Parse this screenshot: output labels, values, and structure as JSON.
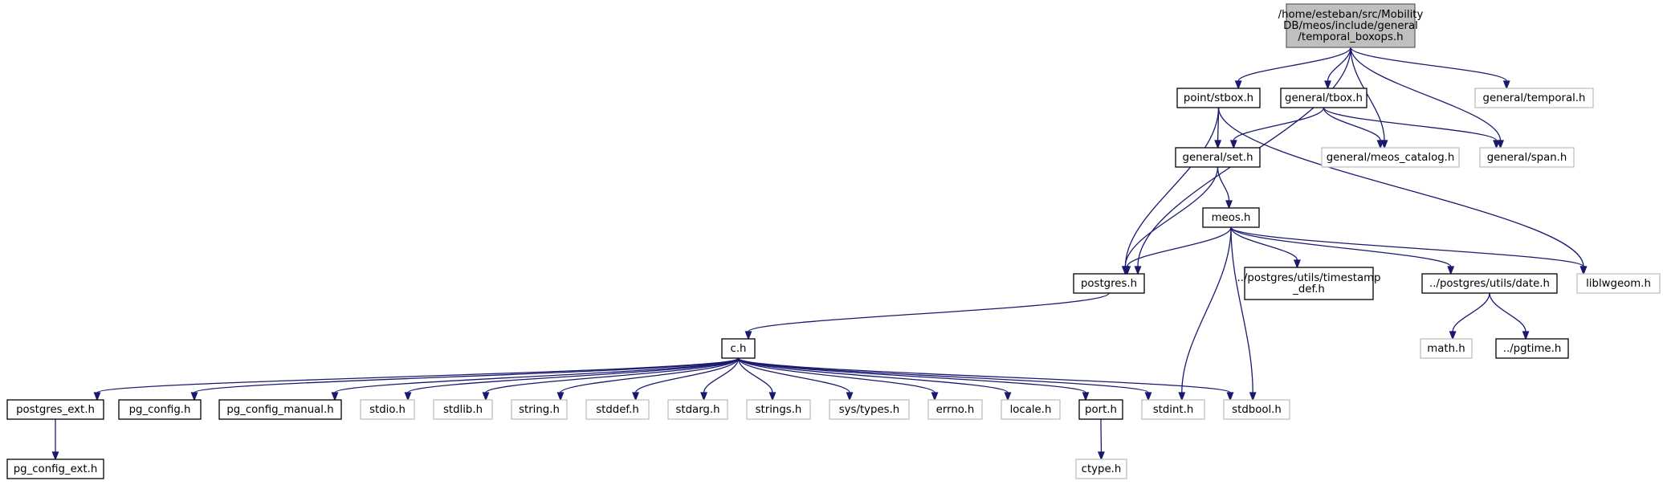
{
  "nodes": [
    {
      "id": "root",
      "lines": [
        "/home/esteban/src/Mobility",
        "DB/meos/include/general",
        "/temporal_boxops.h"
      ],
      "kind": "root"
    },
    {
      "id": "stbox",
      "lines": [
        "point/stbox.h"
      ],
      "kind": "solid"
    },
    {
      "id": "tbox",
      "lines": [
        "general/tbox.h"
      ],
      "kind": "solid"
    },
    {
      "id": "temporal",
      "lines": [
        "general/temporal.h"
      ],
      "kind": "missing"
    },
    {
      "id": "set",
      "lines": [
        "general/set.h"
      ],
      "kind": "solid"
    },
    {
      "id": "catalog",
      "lines": [
        "general/meos_catalog.h"
      ],
      "kind": "missing"
    },
    {
      "id": "span",
      "lines": [
        "general/span.h"
      ],
      "kind": "missing"
    },
    {
      "id": "meos",
      "lines": [
        "meos.h"
      ],
      "kind": "solid"
    },
    {
      "id": "postgres",
      "lines": [
        "postgres.h"
      ],
      "kind": "solid"
    },
    {
      "id": "timestamp",
      "lines": [
        "../postgres/utils/timestamp",
        "_def.h"
      ],
      "kind": "solid"
    },
    {
      "id": "date",
      "lines": [
        "../postgres/utils/date.h"
      ],
      "kind": "solid"
    },
    {
      "id": "liblwgeom",
      "lines": [
        "liblwgeom.h"
      ],
      "kind": "missing"
    },
    {
      "id": "math",
      "lines": [
        "math.h"
      ],
      "kind": "missing"
    },
    {
      "id": "pgtime",
      "lines": [
        "../pgtime.h"
      ],
      "kind": "solid"
    },
    {
      "id": "c",
      "lines": [
        "c.h"
      ],
      "kind": "solid"
    },
    {
      "id": "postgres_ext",
      "lines": [
        "postgres_ext.h"
      ],
      "kind": "solid"
    },
    {
      "id": "pg_config",
      "lines": [
        "pg_config.h"
      ],
      "kind": "solid"
    },
    {
      "id": "pg_config_manual",
      "lines": [
        "pg_config_manual.h"
      ],
      "kind": "solid"
    },
    {
      "id": "stdio",
      "lines": [
        "stdio.h"
      ],
      "kind": "missing"
    },
    {
      "id": "stdlib",
      "lines": [
        "stdlib.h"
      ],
      "kind": "missing"
    },
    {
      "id": "string",
      "lines": [
        "string.h"
      ],
      "kind": "missing"
    },
    {
      "id": "stddef",
      "lines": [
        "stddef.h"
      ],
      "kind": "missing"
    },
    {
      "id": "stdarg",
      "lines": [
        "stdarg.h"
      ],
      "kind": "missing"
    },
    {
      "id": "strings",
      "lines": [
        "strings.h"
      ],
      "kind": "missing"
    },
    {
      "id": "systypes",
      "lines": [
        "sys/types.h"
      ],
      "kind": "missing"
    },
    {
      "id": "errno",
      "lines": [
        "errno.h"
      ],
      "kind": "missing"
    },
    {
      "id": "locale",
      "lines": [
        "locale.h"
      ],
      "kind": "missing"
    },
    {
      "id": "port",
      "lines": [
        "port.h"
      ],
      "kind": "solid"
    },
    {
      "id": "stdint",
      "lines": [
        "stdint.h"
      ],
      "kind": "missing"
    },
    {
      "id": "stdbool",
      "lines": [
        "stdbool.h"
      ],
      "kind": "missing"
    },
    {
      "id": "pg_config_ext",
      "lines": [
        "pg_config_ext.h"
      ],
      "kind": "solid"
    },
    {
      "id": "ctype",
      "lines": [
        "ctype.h"
      ],
      "kind": "missing"
    }
  ],
  "edges": [
    [
      "root",
      "postgres"
    ],
    [
      "root",
      "stbox"
    ],
    [
      "root",
      "tbox"
    ],
    [
      "root",
      "catalog"
    ],
    [
      "root",
      "span"
    ],
    [
      "root",
      "temporal"
    ],
    [
      "stbox",
      "postgres"
    ],
    [
      "stbox",
      "set"
    ],
    [
      "stbox",
      "liblwgeom"
    ],
    [
      "tbox",
      "set"
    ],
    [
      "tbox",
      "catalog"
    ],
    [
      "tbox",
      "span"
    ],
    [
      "set",
      "postgres"
    ],
    [
      "set",
      "meos"
    ],
    [
      "meos",
      "postgres"
    ],
    [
      "meos",
      "timestamp"
    ],
    [
      "meos",
      "date"
    ],
    [
      "meos",
      "liblwgeom"
    ],
    [
      "meos",
      "stdint"
    ],
    [
      "meos",
      "stdbool"
    ],
    [
      "postgres",
      "c"
    ],
    [
      "date",
      "math"
    ],
    [
      "date",
      "pgtime"
    ],
    [
      "c",
      "postgres_ext"
    ],
    [
      "c",
      "pg_config"
    ],
    [
      "c",
      "pg_config_manual"
    ],
    [
      "c",
      "stdio"
    ],
    [
      "c",
      "stdlib"
    ],
    [
      "c",
      "string"
    ],
    [
      "c",
      "stddef"
    ],
    [
      "c",
      "stdarg"
    ],
    [
      "c",
      "strings"
    ],
    [
      "c",
      "systypes"
    ],
    [
      "c",
      "errno"
    ],
    [
      "c",
      "locale"
    ],
    [
      "c",
      "port"
    ],
    [
      "c",
      "stdint"
    ],
    [
      "c",
      "stdbool"
    ],
    [
      "postgres_ext",
      "pg_config_ext"
    ],
    [
      "port",
      "ctype"
    ]
  ],
  "colors": {
    "edge": "#191970",
    "solid_border": "#000000",
    "missing_border": "#bfbfbf",
    "root_fill": "#bfbfbf",
    "root_border": "#666666"
  }
}
